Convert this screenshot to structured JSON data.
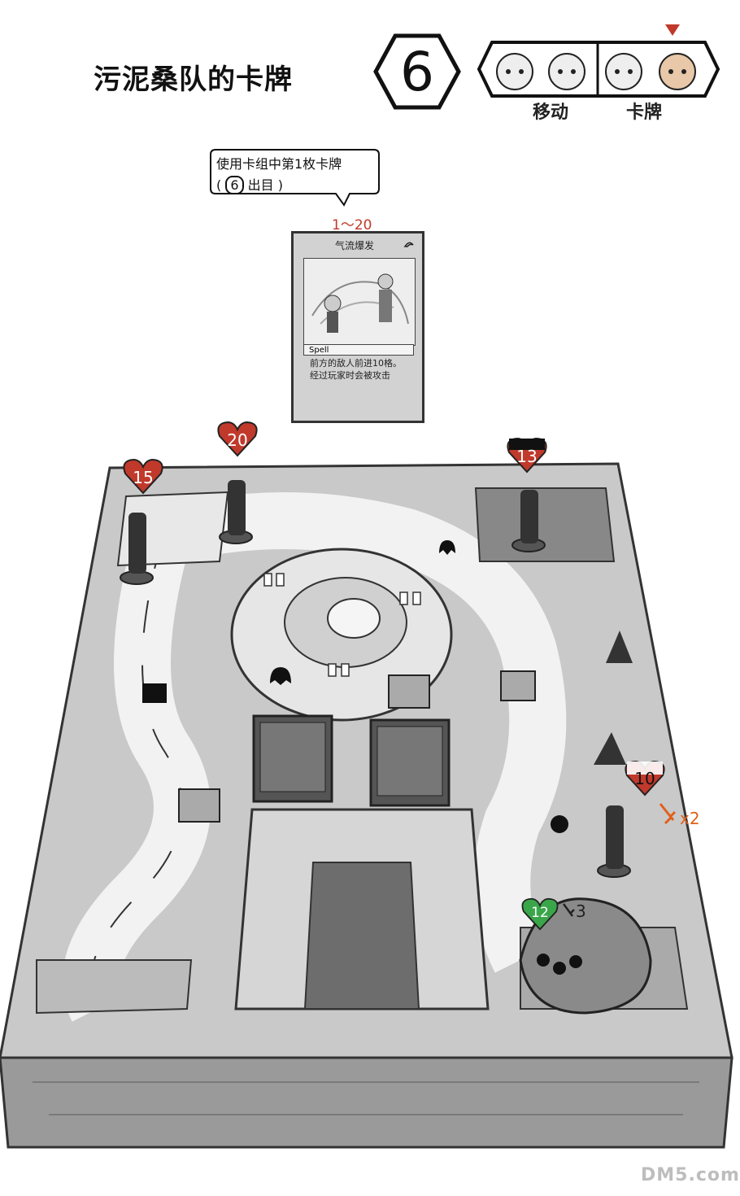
{
  "title": "污泥桑队的卡牌",
  "turn_number": "6",
  "turn_tracker": {
    "labels": [
      "移动",
      "卡牌"
    ]
  },
  "speech_bubble": {
    "line1": "使用卡组中第1枚卡牌",
    "die_value": "6",
    "line2_suffix": "出目 )"
  },
  "card": {
    "range": "1～20",
    "name": "气流爆发",
    "type": "Spell",
    "text": "前方的敌人前进10格。\n经过玩家时会被攻击"
  },
  "hp_markers": [
    {
      "id": "player-1",
      "value": "15"
    },
    {
      "id": "player-2",
      "value": "20"
    },
    {
      "id": "player-3",
      "value": "13"
    },
    {
      "id": "player-4",
      "value": "10"
    },
    {
      "id": "slime-boss",
      "value": "12"
    }
  ],
  "bonuses": {
    "attack": "x2",
    "boss": "3"
  },
  "watermark": "DM5.com",
  "colors": {
    "heart_red": "#c0392b",
    "heart_green": "#3aa64a",
    "attack_orange": "#e0601a"
  }
}
